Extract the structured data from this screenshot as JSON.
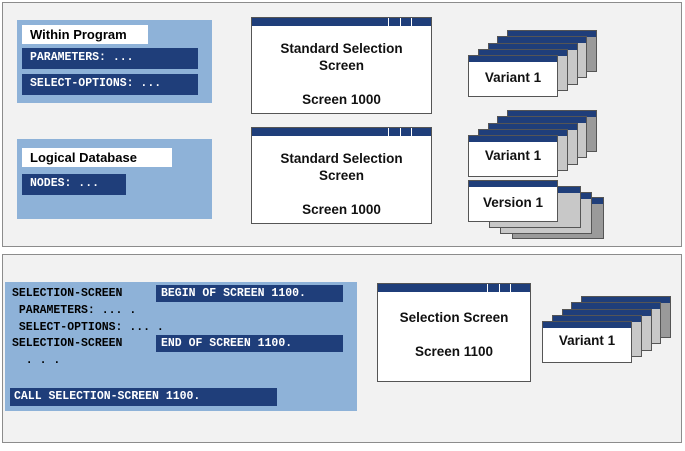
{
  "top_panel": {
    "within_program": {
      "label": "Within Program",
      "parameters": "PARAMETERS: ...",
      "select_options": "SELECT-OPTIONS: ..."
    },
    "logical_database": {
      "label": "Logical Database",
      "nodes": "NODES: ..."
    },
    "screen_a": {
      "title": "Standard Selection Screen",
      "number": "Screen 1000"
    },
    "screen_b": {
      "title": "Standard Selection Screen",
      "number": "Screen 1000"
    },
    "variant_a": "Variant  1",
    "variant_b": "Variant  1",
    "version_b": "Version 1"
  },
  "bottom_panel": {
    "code": {
      "line1_prefix": "SELECTION-SCREEN",
      "line1_hl": "BEGIN OF SCREEN 1100.",
      "line2": " PARAMETERS: ... .",
      "line3": " SELECT-OPTIONS: ... .",
      "line4_prefix": "SELECTION-SCREEN",
      "line4_hl": "END OF SCREEN 1100.",
      "line5": "  . . .",
      "call": "CALL SELECTION-SCREEN 1100."
    },
    "screen": {
      "title": "Selection Screen",
      "number": "Screen 1100"
    },
    "variant": "Variant  1"
  },
  "colors": {
    "dark_blue": "#1f3e7a",
    "light_blue": "#8eb2d8",
    "panel_bg": "#f2f2f2"
  }
}
